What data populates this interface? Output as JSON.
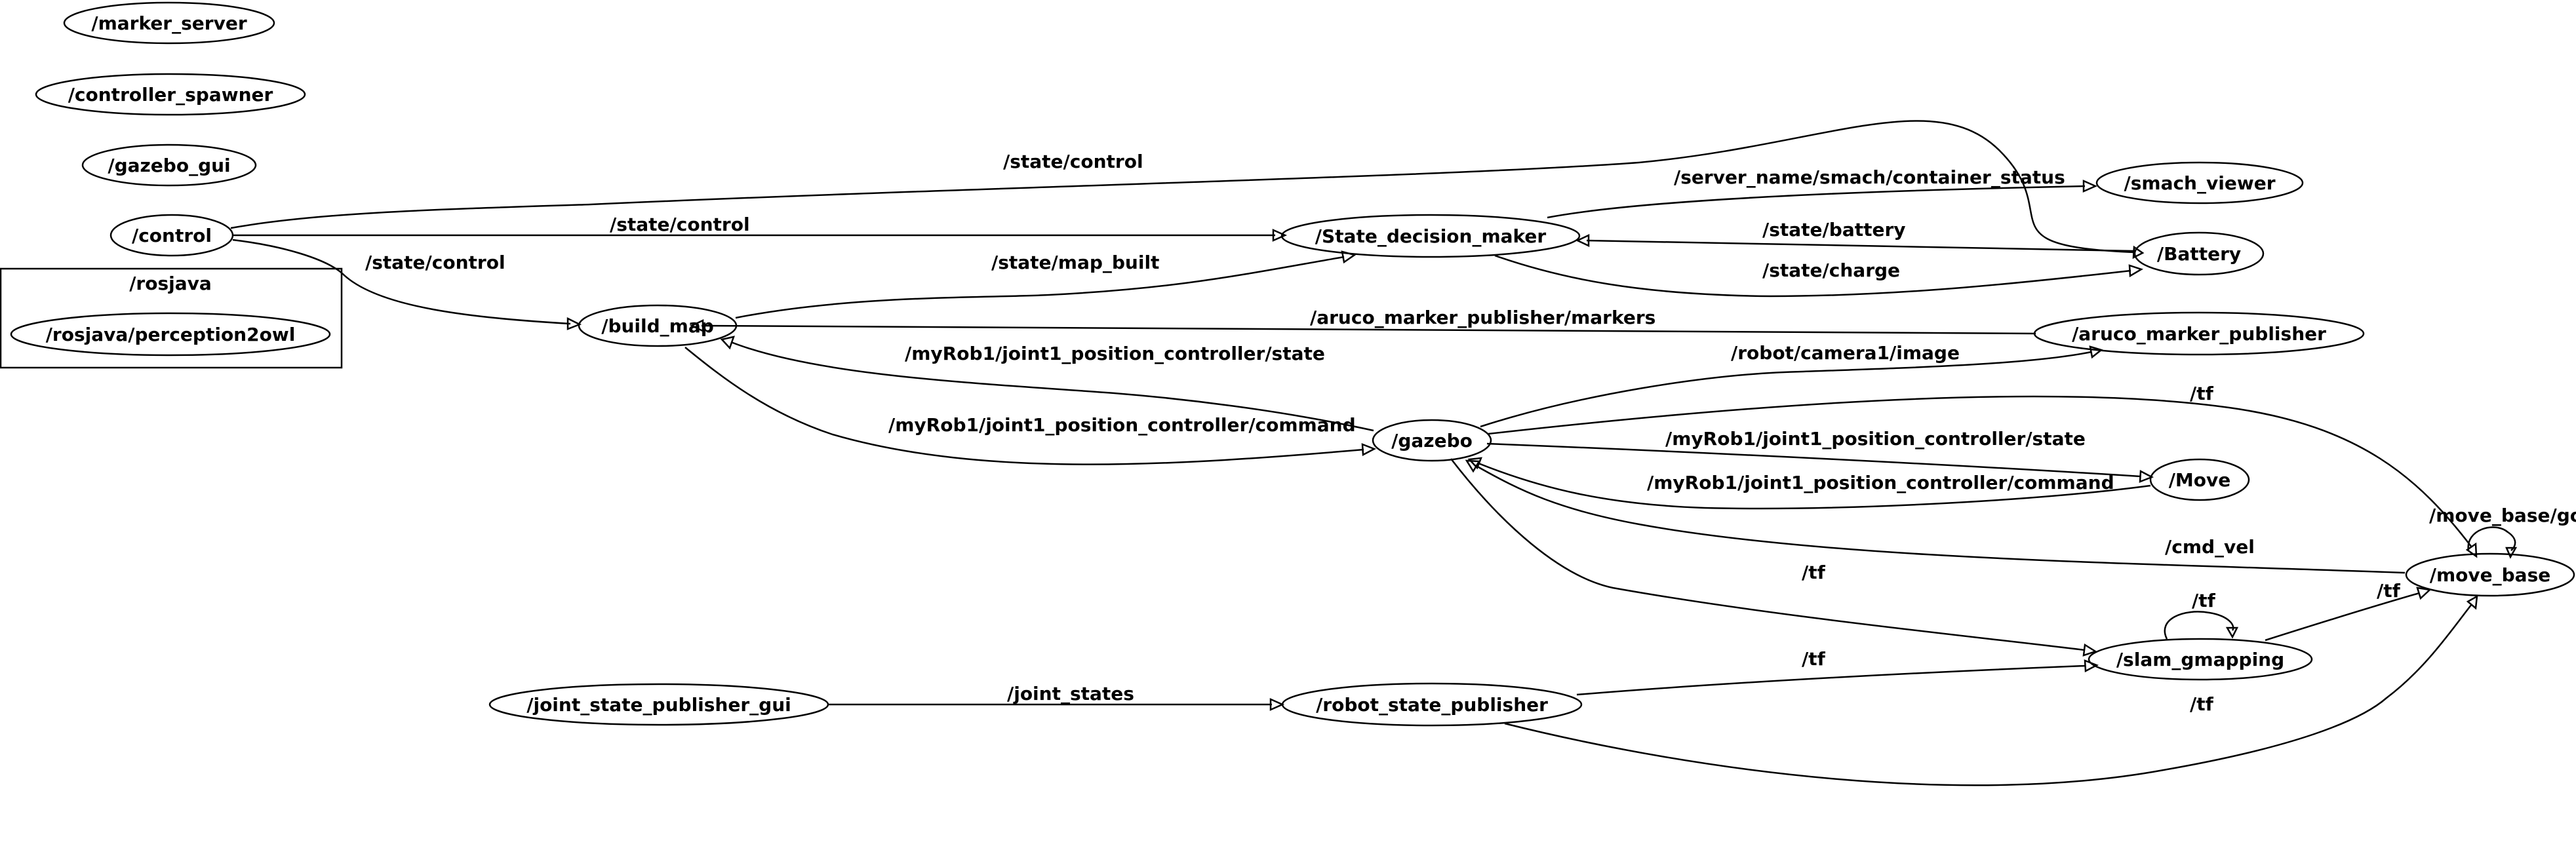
{
  "nodes": {
    "marker_server": "/marker_server",
    "controller_spawner": "/controller_spawner",
    "gazebo_gui": "/gazebo_gui",
    "control": "/control",
    "rosjava_cluster": "/rosjava",
    "perception2owl": "/rosjava/perception2owl",
    "build_map": "/build_map",
    "state_decision_maker": "/State_decision_maker",
    "smach_viewer": "/smach_viewer",
    "battery": "/Battery",
    "aruco_marker_publisher": "/aruco_marker_publisher",
    "gazebo": "/gazebo",
    "move": "/Move",
    "move_base": "/move_base",
    "slam_gmapping": "/slam_gmapping",
    "joint_state_publisher_gui": "/joint_state_publisher_gui",
    "robot_state_publisher": "/robot_state_publisher"
  },
  "edges": {
    "control_to_battery": "/state/control",
    "control_to_decision": "/state/control",
    "control_to_build_map": "/state/control",
    "decision_to_smach": "/server_name/smach/container_status",
    "battery_to_decision": "/state/battery",
    "decision_to_battery": "/state/charge",
    "build_map_to_decision": "/state/map_built",
    "aruco_to_build_map": "/aruco_marker_publisher/markers",
    "gazebo_to_build_map": "/myRob1/joint1_position_controller/state",
    "build_map_to_gazebo": "/myRob1/joint1_position_controller/command",
    "gazebo_to_aruco": "/robot/camera1/image",
    "gazebo_to_move_base": "/tf",
    "gazebo_to_move": "/myRob1/joint1_position_controller/state",
    "move_to_gazebo": "/myRob1/joint1_position_controller/command",
    "move_base_to_gazebo": "/cmd_vel",
    "move_base_self": "/move_base/goal",
    "gazebo_to_slam": "/tf",
    "slam_self": "/tf",
    "slam_to_move_base": "/tf",
    "jsp_to_rsp": "/joint_states",
    "rsp_to_slam": "/tf",
    "rsp_to_move_base": "/tf"
  }
}
